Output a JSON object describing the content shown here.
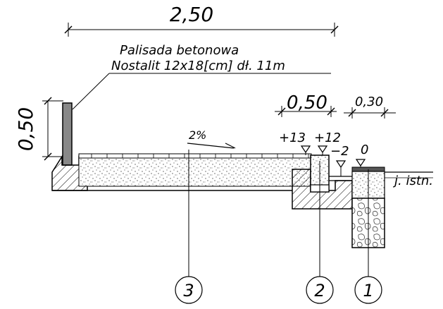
{
  "dimensions": {
    "total_width": "2,50",
    "curb_height": "0,50",
    "gutter_width": "0,50",
    "edge_width": "0,30"
  },
  "annotation": {
    "line1": "Palisada betonowa",
    "line2": "Nostalit 12x18[cm] dł. 11m"
  },
  "slope": "2%",
  "levels": {
    "l1": "+13",
    "l2": "+12",
    "l3": "−2",
    "l4": "0"
  },
  "existing_ground": "j. istn.",
  "markers": {
    "m3": "3",
    "m2": "2",
    "m1": "1"
  }
}
